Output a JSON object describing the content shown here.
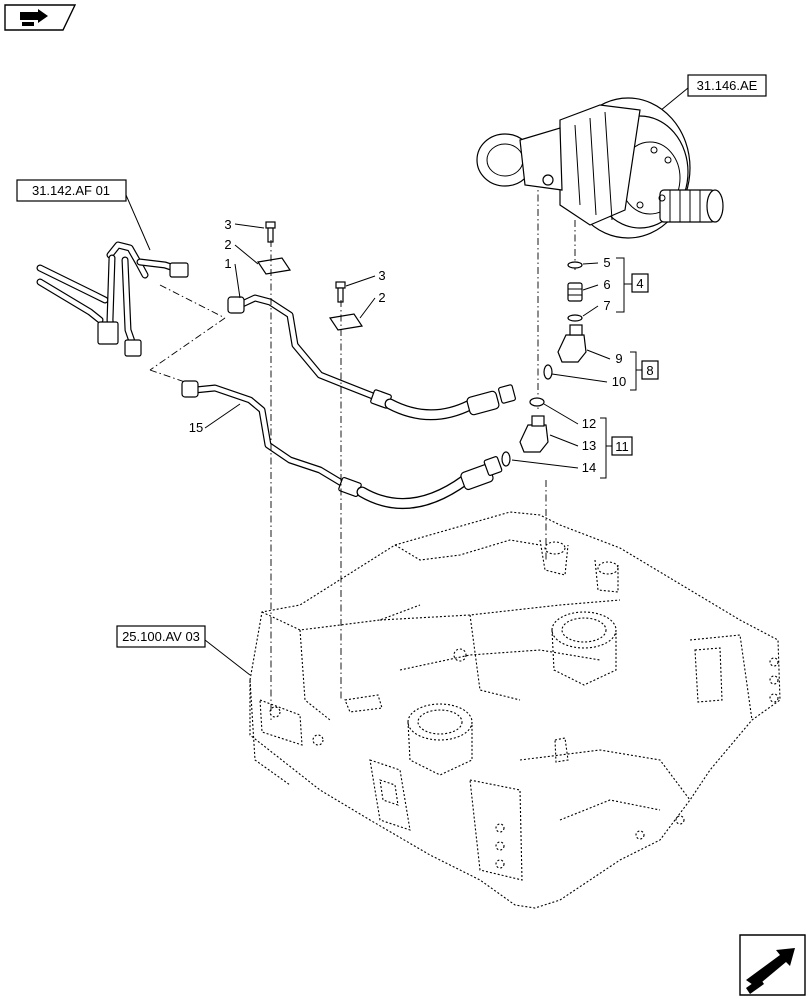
{
  "references": {
    "ref_top_left": "31.142.AF 01",
    "ref_top_right": "31.146.AE",
    "ref_bottom": "25.100.AV 03"
  },
  "callouts": {
    "c1": "1",
    "c2a": "2",
    "c2b": "2",
    "c3a": "3",
    "c3b": "3",
    "c4": "4",
    "c5": "5",
    "c6": "6",
    "c7": "7",
    "c8": "8",
    "c9": "9",
    "c10": "10",
    "c11": "11",
    "c12": "12",
    "c13": "13",
    "c14": "14",
    "c15": "15"
  },
  "icons": {
    "top_left": "book-arrow-icon",
    "bottom_right": "next-page-arrow-icon"
  }
}
